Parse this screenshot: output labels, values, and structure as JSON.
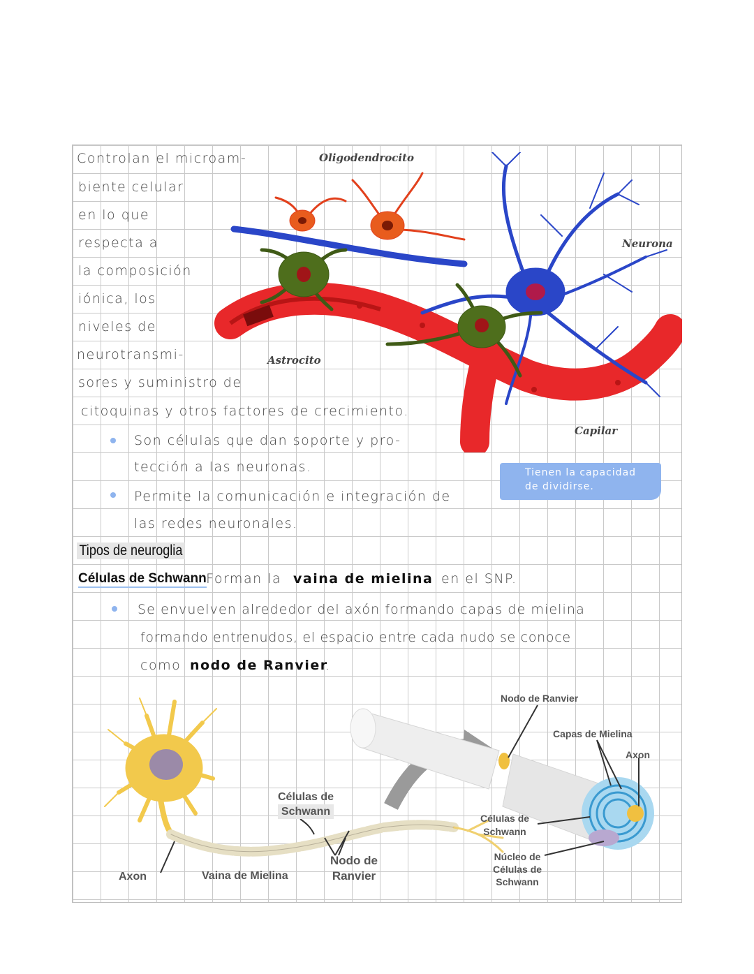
{
  "notes": {
    "lines": [
      "Controlan el microam-",
      "biente celular",
      "en lo que",
      "respecta a",
      "la composición",
      "iónica, los",
      "niveles de",
      "neurotransmi-",
      "sores y suministro de",
      "citoquinas y otros factores de crecimiento."
    ],
    "bullet1_line1": "Son células que dan soporte y pro-",
    "bullet1_line2": "tección a las neuronas.",
    "bullet2_line1": "Permite la comunicación e integración de",
    "bullet2_line2": "las redes neuronales.",
    "side_note": [
      "Tienen la capacidad",
      "de dividirse."
    ],
    "heading": "Tipos de neuroglia",
    "schwann_title": "Células de Schwann",
    "schwann_desc_1": ". Forman la",
    "schwann_desc_2": "vaina de mielina",
    "schwann_desc_3": "en el SNP.",
    "bullet3_line1": "Se envuelven alrededor del axón formando capas de mielina",
    "bullet3_line2": "formando entrenudos, el espacio entre cada nudo se conoce",
    "bullet3_line3a": "como",
    "bullet3_line3b": "nodo de Ranvier",
    "bullet3_line3c": "."
  },
  "diagram1": {
    "labels": {
      "oligo": "Oligodendrocito",
      "neurona": "Neurona",
      "astrocito": "Astrocito",
      "capilar": "Capilar"
    },
    "colors": {
      "neuron": "#2a46c8",
      "oligo": "#e2401c",
      "astro": "#3f5a16",
      "capillary": "#e8282a"
    }
  },
  "diagram2": {
    "labels": {
      "nodo_top": "Nodo de Ranvier",
      "capas": "Capas de Mielina",
      "axon_right": "Axon",
      "celulas_right": [
        "Células de",
        "Schwann"
      ],
      "nucleo": [
        "Núcleo de",
        "Células de",
        "Schwann"
      ],
      "celulas_mid": [
        "Células de",
        "Schwann"
      ],
      "nodo_mid": [
        "Nodo de",
        "Ranvier"
      ],
      "axon_left": "Axon",
      "vaina": "Vaina de Mielina"
    },
    "colors": {
      "soma": "#f2c94c",
      "myelin": "#eeeeee",
      "axon": "#f0c040"
    }
  }
}
